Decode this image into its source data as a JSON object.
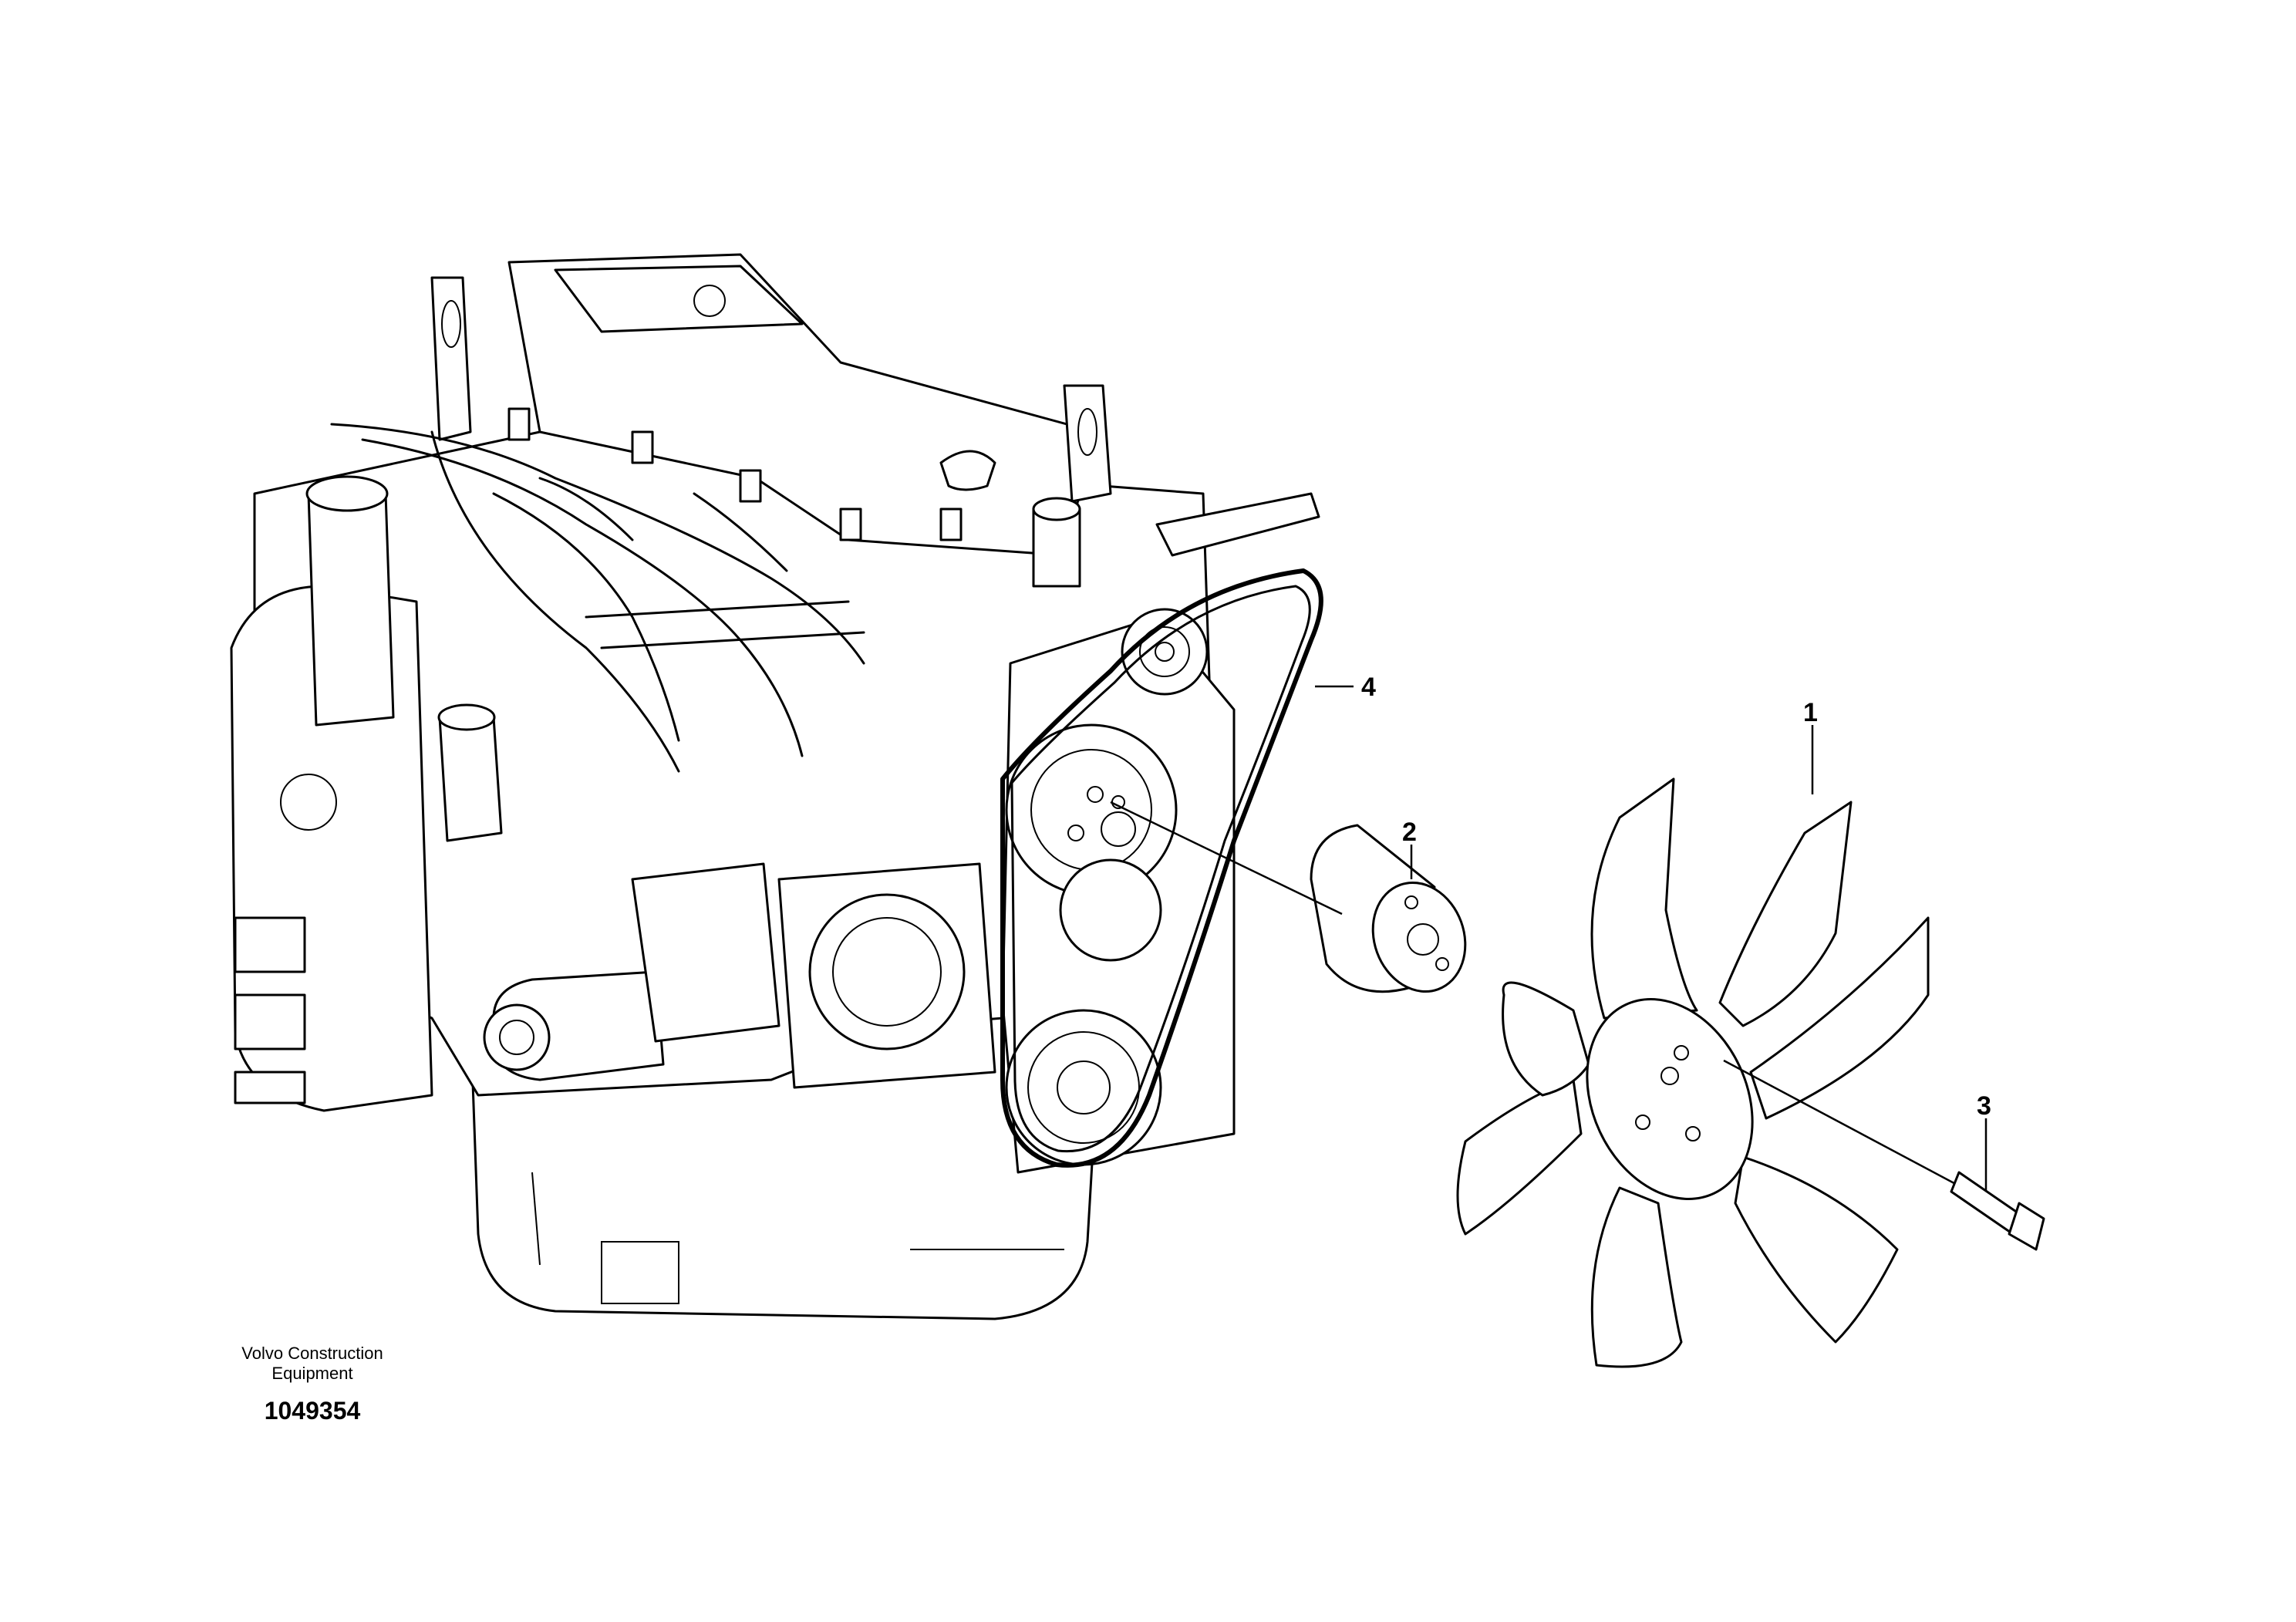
{
  "callouts": {
    "fan": "1",
    "spacer": "2",
    "screw": "3",
    "belt": "4"
  },
  "caption": {
    "company_line1": "Volvo Construction",
    "company_line2": "Equipment",
    "drawing_number": "1049354"
  }
}
